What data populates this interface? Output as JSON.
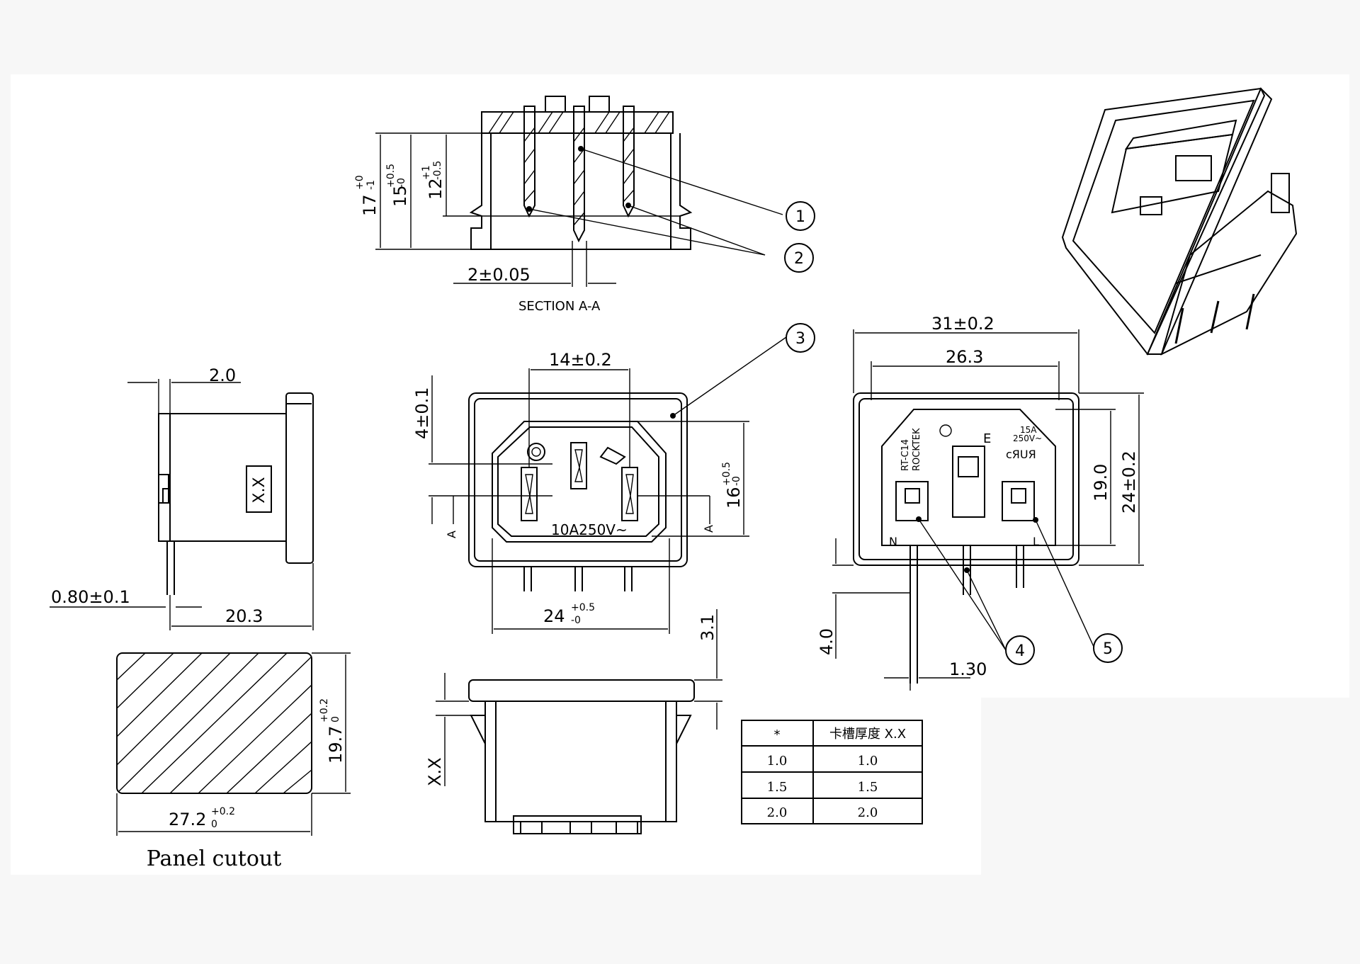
{
  "section": {
    "label": "SECTION  A-A",
    "dim_17": "17",
    "dim_17_tol_top": "+0",
    "dim_17_tol_bot": "-1",
    "dim_15": "15",
    "dim_15_tol_top": "+0.5",
    "dim_15_tol_bot": "-0",
    "dim_12": "12",
    "dim_12_tol_top": "+1",
    "dim_12_tol_bot": "-0.5",
    "dim_2": "2±0.05"
  },
  "callouts": [
    "1",
    "2",
    "3",
    "4",
    "5"
  ],
  "side_view": {
    "dim_top": "2.0",
    "label_xx": "X.X",
    "dim_pin": "0.80±0.1",
    "dim_depth": "20.3"
  },
  "front_view": {
    "dim_14": "14±0.2",
    "dim_4": "4±0.1",
    "dim_16": "16",
    "dim_16_tol_top": "+0.5",
    "dim_16_tol_bot": "-0",
    "rating": "10A250V~",
    "section_mark": "A",
    "dim_24": "24",
    "dim_24_tol_top": "+0.5",
    "dim_24_tol_bot": "-0"
  },
  "rear_view": {
    "dim_31": "31±0.2",
    "dim_26": "26.3",
    "dim_19": "19.0",
    "dim_24": "24±0.2",
    "model": "RT-C14",
    "brand": "ROCKTEK",
    "rating_a": "15A",
    "rating_v": "250V~",
    "cert": "cЯUЯ",
    "terminal_e": "E",
    "terminal_n": "N",
    "terminal_l": "L",
    "dim_4": "4.0",
    "dim_130": "1.30"
  },
  "panel_cutout": {
    "dim_w": "27.2",
    "dim_w_tol_top": "+0.2",
    "dim_w_tol_bot": "0",
    "dim_h": "19.7",
    "dim_h_tol_top": "+0.2",
    "dim_h_tol_bot": "0",
    "caption": "Panel cutout"
  },
  "bottom_view": {
    "dim_31": "3.1",
    "dim_xx": "X.X"
  },
  "table": {
    "headers": [
      "*",
      "卡槽厚度 X.X"
    ],
    "rows": [
      [
        "1.0",
        "1.0"
      ],
      [
        "1.5",
        "1.5"
      ],
      [
        "2.0",
        "2.0"
      ]
    ]
  }
}
